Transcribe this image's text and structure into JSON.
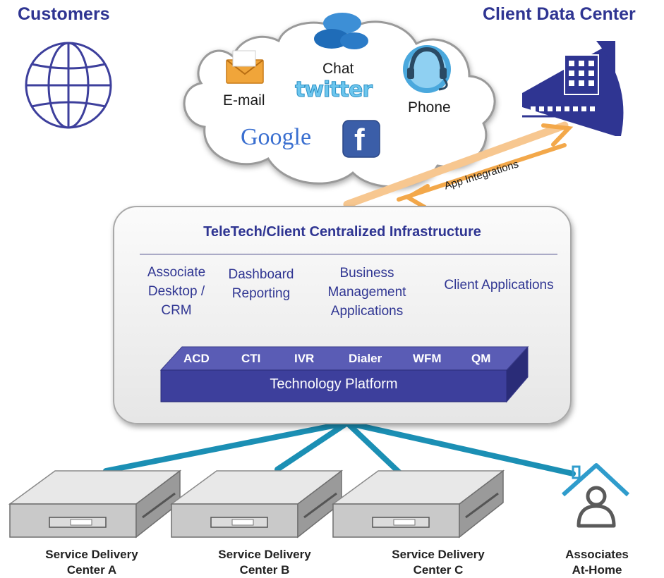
{
  "customers": {
    "title": "Customers"
  },
  "client_data_center": {
    "title": "Client Data Center"
  },
  "cloud": {
    "channels": [
      {
        "label": "E-mail"
      },
      {
        "label": "Chat"
      },
      {
        "label": "Phone"
      }
    ],
    "logos": {
      "twitter": "twitter",
      "google": "Google",
      "facebook": "f"
    }
  },
  "integration": {
    "label": "App Integrations"
  },
  "infrastructure": {
    "title": "TeleTech/Client Centralized Infrastructure",
    "applications": [
      {
        "lines": [
          "Associate",
          "Desktop /",
          "CRM"
        ]
      },
      {
        "lines": [
          "Dashboard",
          "Reporting"
        ]
      },
      {
        "lines": [
          "Business",
          "Management",
          "Applications"
        ]
      },
      {
        "lines": [
          "Client Applications"
        ]
      }
    ],
    "platform": {
      "components": [
        "ACD",
        "CTI",
        "IVR",
        "Dialer",
        "WFM",
        "QM"
      ],
      "label": "Technology Platform"
    }
  },
  "centers": [
    {
      "lines": [
        "Service Delivery",
        "Center A"
      ]
    },
    {
      "lines": [
        "Service Delivery",
        "Center B"
      ]
    },
    {
      "lines": [
        "Service Delivery",
        "Center C"
      ]
    },
    {
      "lines": [
        "Associates",
        "At-Home"
      ]
    }
  ],
  "colors": {
    "title": "#2f3592",
    "platform": "#3d3f9c",
    "connection": "#1b8fb4",
    "integration_arrow": "#f3a84a",
    "building": "#2f3592"
  }
}
